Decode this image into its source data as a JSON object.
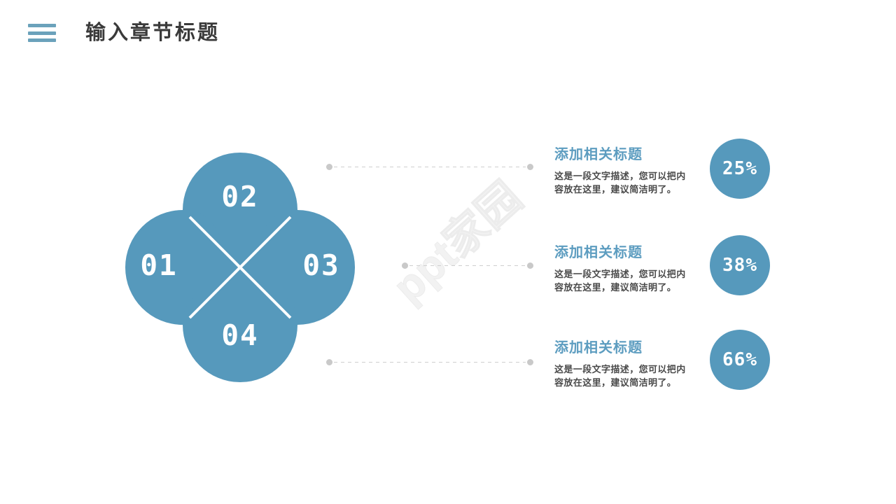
{
  "header": {
    "menu_icon": "hamburger-icon",
    "title": "输入章节标题"
  },
  "watermark": {
    "text": "ppt家园"
  },
  "flower": {
    "accent_color": "#5699bc",
    "petals": [
      {
        "id": "01",
        "label": "01",
        "position": "left"
      },
      {
        "id": "02",
        "label": "02",
        "position": "top"
      },
      {
        "id": "03",
        "label": "03",
        "position": "right"
      },
      {
        "id": "04",
        "label": "04",
        "position": "bottom"
      }
    ]
  },
  "items": [
    {
      "title": "添加相关标题",
      "desc": "这是一段文字描述，您可以把内容放在这里，建议简洁明了。",
      "percent": "25%"
    },
    {
      "title": "添加相关标题",
      "desc": "这是一段文字描述，您可以把内容放在这里，建议简洁明了。",
      "percent": "38%"
    },
    {
      "title": "添加相关标题",
      "desc": "这是一段文字描述，您可以把内容放在这里，建议简洁明了。",
      "percent": "66%"
    }
  ],
  "colors": {
    "accent": "#5699bc",
    "title_text": "#3a3a3a",
    "body_text": "#4a4a4a",
    "item_title": "#5d9dc0",
    "connector": "#cfcfcf",
    "connector_dot": "#c9c9c9"
  }
}
